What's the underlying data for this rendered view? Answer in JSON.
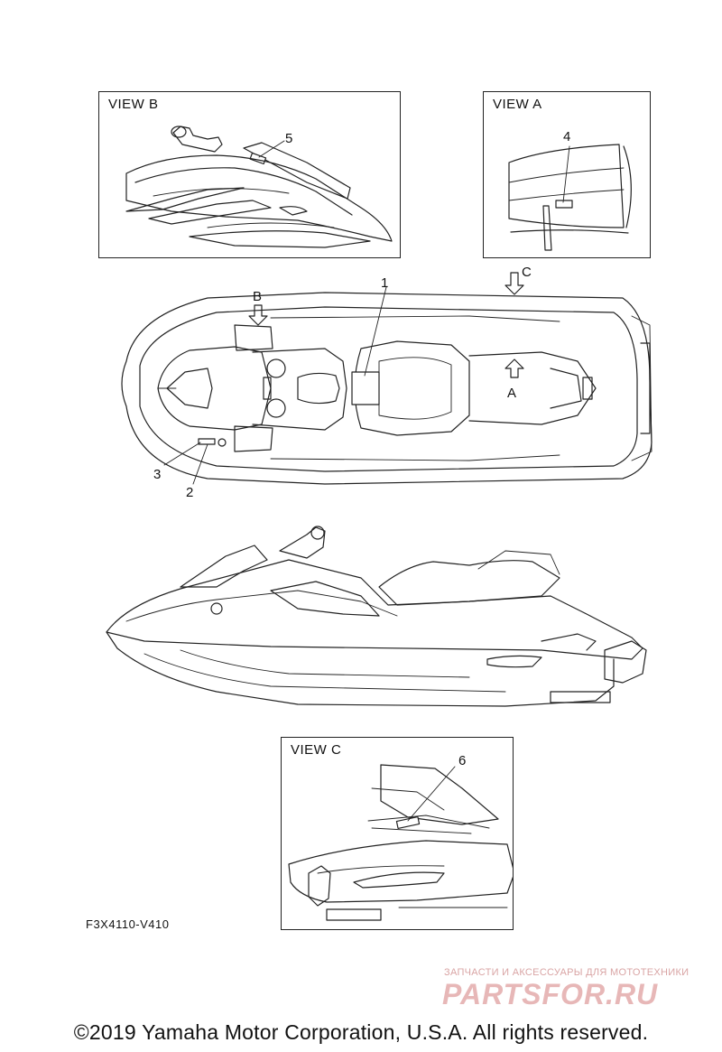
{
  "views": {
    "b": {
      "title": "VIEW B",
      "callout": "5"
    },
    "a": {
      "title": "VIEW A",
      "callout": "4"
    },
    "c": {
      "title": "VIEW C",
      "callout": "6"
    }
  },
  "top_view": {
    "callouts": {
      "c1": "1",
      "c2": "2",
      "c3": "3"
    },
    "arrows": {
      "b": "B",
      "c": "C",
      "a": "A"
    }
  },
  "part_code": "F3X4110-V410",
  "watermark": {
    "tagline": "ЗАПЧАСТИ И АКСЕССУАРЫ ДЛЯ МОТОТЕХНИКИ",
    "logo": "PARTSFOR.RU"
  },
  "copyright": "©2019 Yamaha Motor Corporation, U.S.A. All rights reserved."
}
